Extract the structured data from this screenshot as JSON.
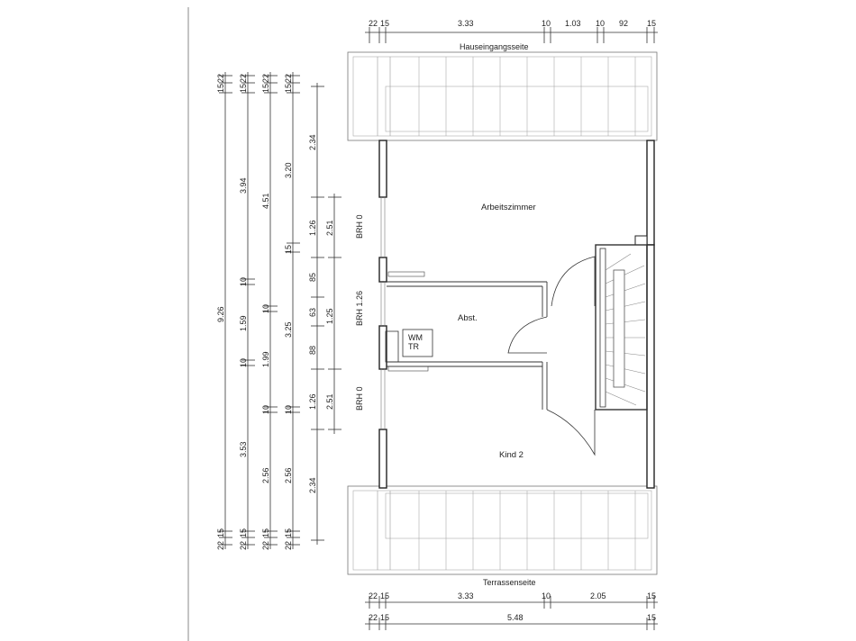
{
  "labels": {
    "top_side": "Hauseingangsseite",
    "bottom_side": "Terrassenseite"
  },
  "rooms": {
    "office": "Arbeitszimmer",
    "storage": "Abst.",
    "kid": "Kind 2",
    "washer_line1": "WM",
    "washer_line2": "TR"
  },
  "brh": {
    "upper": "BRH 0",
    "middle": "BRH 1.26",
    "lower": "BRH 0"
  },
  "dims_top": {
    "a": "22",
    "b": "15",
    "c": "3.33",
    "d": "10",
    "e": "1.03",
    "f": "10",
    "g": "92",
    "h": "15"
  },
  "dims_bottom1": {
    "a": "22",
    "b": "15",
    "c": "3.33",
    "d": "10",
    "e": "2.05",
    "f": "15"
  },
  "dims_bottom2": {
    "a": "22",
    "b": "15",
    "c": "5.48",
    "d": "15"
  },
  "dims_col1": {
    "top_a": "15",
    "top_b": "22",
    "total": "9.26",
    "bot_a": "22",
    "bot_b": "15"
  },
  "dims_col2": {
    "top_a": "15",
    "top_b": "22",
    "v1": "3.94",
    "v2": "10",
    "v3": "1.59",
    "v4": "10",
    "v5": "3.53",
    "bot_a": "22",
    "bot_b": "15"
  },
  "dims_col3": {
    "top_a": "15",
    "top_b": "22",
    "v1": "4.51",
    "v2": "10",
    "v3": "1.99",
    "v4": "10",
    "v5": "2.56",
    "bot_a": "22",
    "bot_b": "15"
  },
  "dims_col4": {
    "top_a": "15",
    "top_b": "22",
    "v1": "3.20",
    "v2": "15",
    "v3": "3.25",
    "v4": "10",
    "v5": "2.56",
    "bot_a": "22",
    "bot_b": "15"
  },
  "dims_col5": {
    "v1": "2.34",
    "v2": "1.26",
    "v3": "85",
    "v4": "63",
    "v5": "88",
    "v6": "1.26",
    "v7": "2.34"
  },
  "dims_col6": {
    "v1": "2.51",
    "v2": "1.25",
    "v3": "2.51"
  }
}
